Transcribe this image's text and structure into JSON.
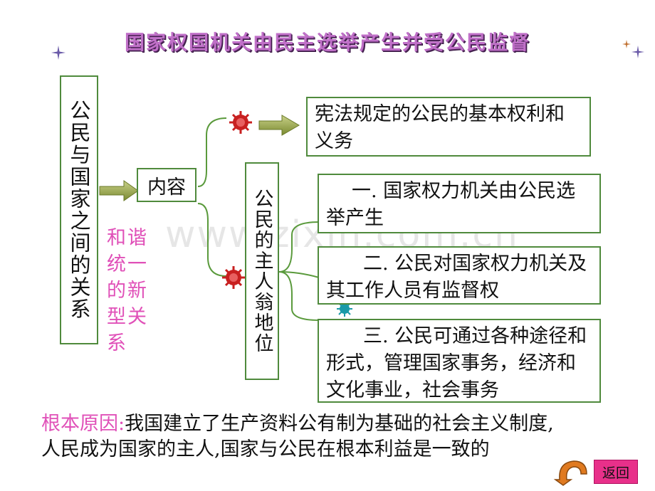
{
  "title": "国家权国机关由民主选举产生并受公民监督",
  "left_box": "公民与国家之间的关系",
  "content_label": "内容",
  "side_note": "和谐统一的新型关系",
  "status_box": "公民的主人翁地位",
  "top_right_box": "宪法规定的公民的基本权利和义务",
  "items": [
    {
      "text": "一. 国家权力机关由公民选举产生"
    },
    {
      "text": "二. 公民对国家权力机关及其工作人员有监督权"
    },
    {
      "text": "三. 公民可通过各种途径和形式，管理国家事务，经济和文化事业，社会事务"
    }
  ],
  "root_cause": {
    "label": "根本原因:",
    "text": "我国建立了生产资料公有制为基础的社会主义制度,人民成为国家的主人,国家与公民在根本利益是一致的"
  },
  "watermark": "www.zixin.com.cn",
  "back_button": "返回",
  "colors": {
    "box_border": "#4f8a3c",
    "title": "#c070c8",
    "accent_pink": "#e050b8",
    "button": "#e8308a",
    "arrow": "#9aa84a"
  }
}
